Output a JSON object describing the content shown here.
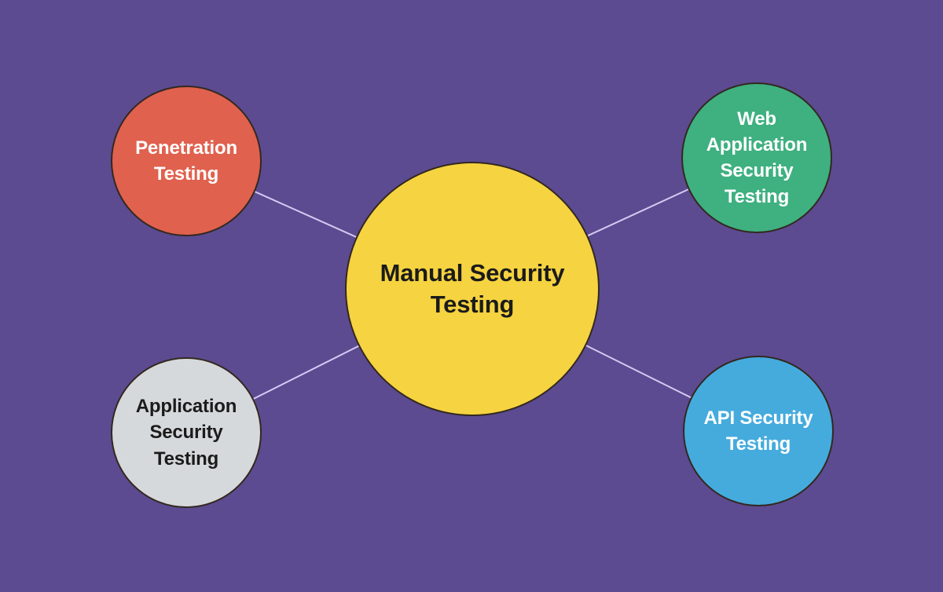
{
  "diagram": {
    "background_color": "#5C4B91",
    "connector_color": "#D6C9F2",
    "node_border_color": "#33281F",
    "center_node": {
      "id": "manual-security-testing",
      "label": "Manual Security\nTesting",
      "fill": "#F6D340",
      "text_color": "#1B1B1B"
    },
    "nodes": [
      {
        "id": "penetration-testing",
        "label": "Penetration\nTesting",
        "fill": "#E0614E",
        "text_color": "#FFFFFF"
      },
      {
        "id": "web-application-security-testing",
        "label": "Web\nApplication\nSecurity\nTesting",
        "fill": "#3FB080",
        "text_color": "#FFFFFF"
      },
      {
        "id": "application-security-testing",
        "label": "Application\nSecurity\nTesting",
        "fill": "#D6D9DB",
        "text_color": "#1B1B1B"
      },
      {
        "id": "api-security-testing",
        "label": "API Security\nTesting",
        "fill": "#45ABDD",
        "text_color": "#FFFFFF"
      }
    ]
  }
}
